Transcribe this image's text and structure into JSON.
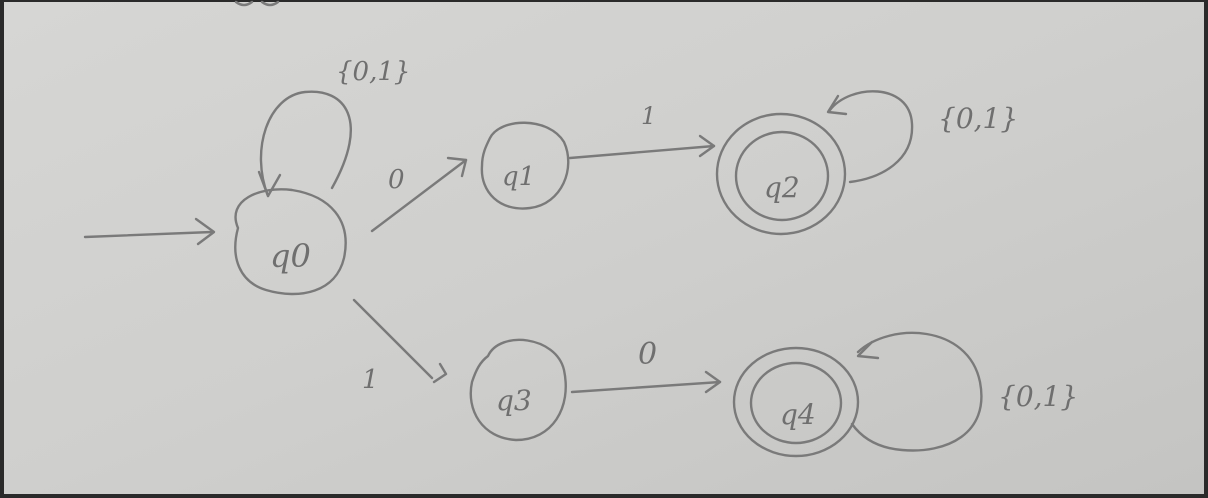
{
  "diagram": {
    "states": [
      {
        "id": "q0",
        "label": "q0",
        "accepting": false,
        "start": true
      },
      {
        "id": "q1",
        "label": "q1",
        "accepting": false
      },
      {
        "id": "q2",
        "label": "q2",
        "accepting": true
      },
      {
        "id": "q3",
        "label": "q3",
        "accepting": false
      },
      {
        "id": "q4",
        "label": "q4",
        "accepting": true
      }
    ],
    "transitions": [
      {
        "from": "q0",
        "to": "q0",
        "label": "{0,1}"
      },
      {
        "from": "q0",
        "to": "q1",
        "label": "0"
      },
      {
        "from": "q1",
        "to": "q2",
        "label": "1"
      },
      {
        "from": "q2",
        "to": "q2",
        "label": "{0,1}"
      },
      {
        "from": "q0",
        "to": "q3",
        "label": "1"
      },
      {
        "from": "q3",
        "to": "q4",
        "label": "0"
      },
      {
        "from": "q4",
        "to": "q4",
        "label": "{0,1}"
      }
    ]
  }
}
